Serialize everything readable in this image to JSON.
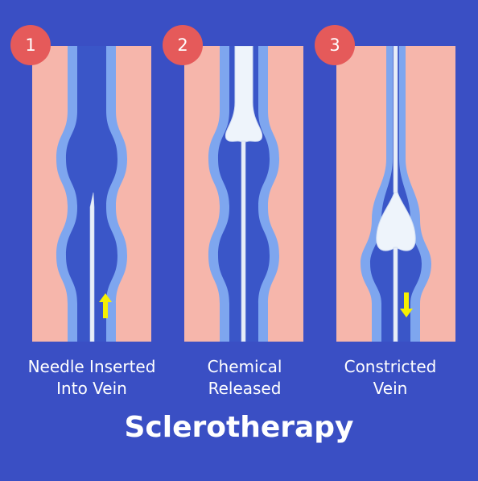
{
  "steps": [
    {
      "number": "1",
      "line1": "Needle Inserted",
      "line2": "Into Vein"
    },
    {
      "number": "2",
      "line1": "Chemical",
      "line2": "Released"
    },
    {
      "number": "3",
      "line1": "Constricted",
      "line2": "Vein"
    }
  ],
  "title": "Sclerotherapy",
  "colors": {
    "background": "#3a4fc4",
    "tissue": "#f6b6ab",
    "vein_wall": "#7ea6ef",
    "vein_lumen": "#3a56c8",
    "badge": "#e55a5a",
    "arrow": "#f5f000",
    "chemical": "#eef4fb"
  }
}
